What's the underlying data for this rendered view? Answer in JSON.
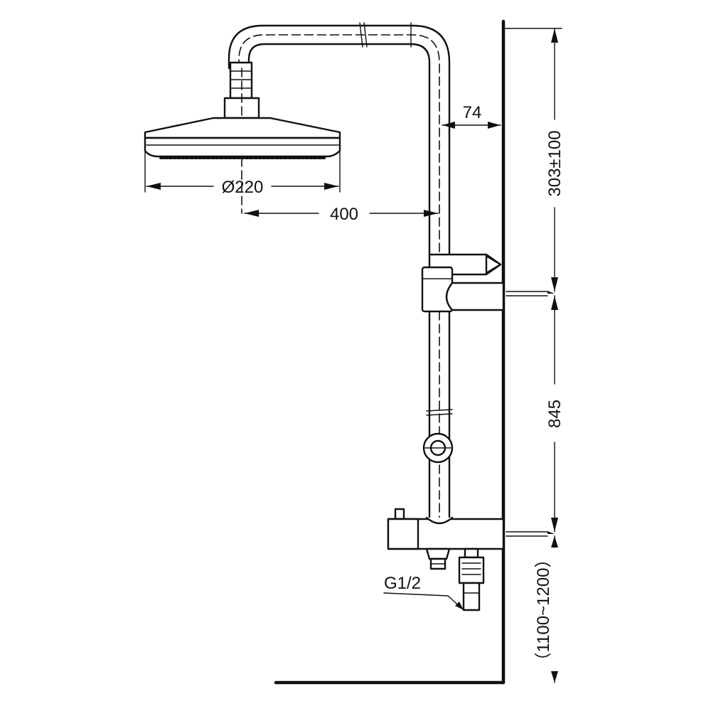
{
  "dimensions": {
    "diameter": "Ø220",
    "arm_length": "400",
    "wall_offset": "74",
    "top_height": "303±100",
    "bar_height": "845",
    "mixer_height": "（1100~1200）",
    "thread": "G1/2"
  }
}
